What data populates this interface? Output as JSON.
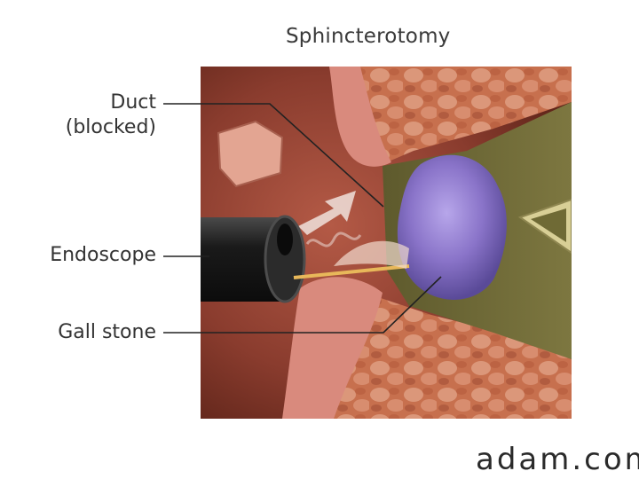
{
  "title": "Sphincterotomy",
  "labels": {
    "duct_line1": "Duct",
    "duct_line2": "(blocked)",
    "endoscope": "Endoscope",
    "gall_stone": "Gall stone"
  },
  "brand": "adam.com",
  "colors": {
    "tissue_dark": "#7a3a2c",
    "tissue_pink": "#d98a7d",
    "pancreas": "#c8704f",
    "duct_olive": "#6f6a35",
    "stone": "#8a74c9",
    "endoscope": "#1e1e1e"
  }
}
